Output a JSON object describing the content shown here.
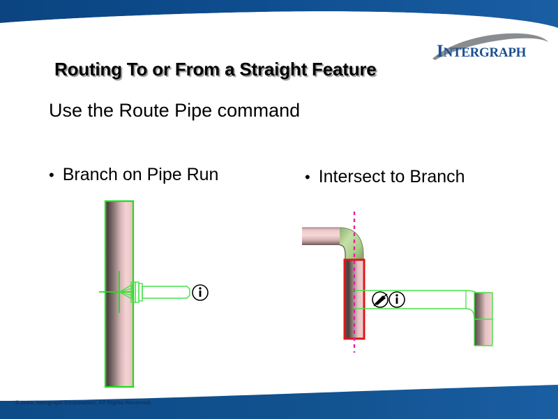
{
  "slide": {
    "title": "Routing To or From a Straight Feature",
    "subhead": "Use the Route Pipe command",
    "bullets": [
      {
        "marker": "•",
        "label": "Branch on Pipe Run"
      },
      {
        "marker": "•",
        "label": "Intersect to Branch"
      }
    ],
    "footer": "© 2004. Intergraph Corporation. All Rights Reserved.",
    "logo": {
      "word_parts": [
        "I",
        "NTERGRAPH"
      ],
      "full_text": "INTERGRAPH",
      "swoosh_name": "intergraph-swoosh"
    }
  },
  "colors": {
    "band_blue": "#0e4d8f",
    "band_blue_dark": "#0b4480",
    "logo_blue": "#1c4f8f",
    "logo_swoosh_gray": "#8a8d90",
    "footer_blue": "#13315c",
    "highlight_green": "#19e019",
    "wireframe_green": "#46e246",
    "select_red": "#e01616",
    "centerline_magenta": "#e81fa0",
    "pipe_light": "#f3cfd0",
    "pipe_dark": "#4a3c3c",
    "elbow_green": "#b9dc9a"
  },
  "figures": {
    "left": {
      "name": "branch-on-pipe-run-diagram",
      "parts": [
        {
          "name": "vertical-pipe-run",
          "type": "solid-pipe",
          "orientation": "vertical"
        },
        {
          "name": "branch-crosshair",
          "type": "crosshair"
        },
        {
          "name": "branch-connector",
          "type": "wireframe-taper"
        },
        {
          "name": "branch-pipe-wireframe",
          "type": "wireframe-pipe"
        },
        {
          "name": "info-cursor-icon",
          "type": "cursor-icon",
          "glyph": "i"
        }
      ]
    },
    "right": {
      "name": "intersect-to-branch-diagram",
      "parts": [
        {
          "name": "horizontal-inlet-pipe",
          "type": "solid-pipe",
          "orientation": "horizontal"
        },
        {
          "name": "highlighted-elbow",
          "type": "solid-elbow"
        },
        {
          "name": "selected-vertical-pipe",
          "type": "solid-pipe",
          "orientation": "vertical",
          "selected": true
        },
        {
          "name": "centerline",
          "type": "dotted-centerline"
        },
        {
          "name": "branch-route-wireframe",
          "type": "wireframe-pipe"
        },
        {
          "name": "outlet-elbow-wireframe",
          "type": "wireframe-elbow"
        },
        {
          "name": "outlet-pipe-stub",
          "type": "solid-pipe",
          "orientation": "vertical"
        },
        {
          "name": "route-cursor-icon",
          "type": "cursor-icon",
          "glyph": "route"
        },
        {
          "name": "info-cursor-icon",
          "type": "cursor-icon",
          "glyph": "i"
        }
      ]
    }
  }
}
